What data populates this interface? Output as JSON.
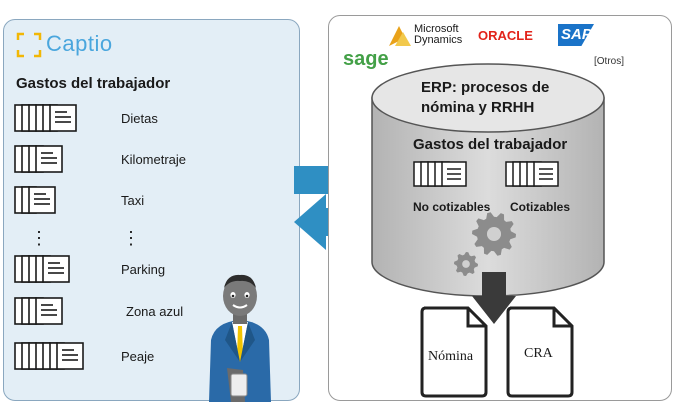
{
  "left": {
    "logo": "Captio",
    "title": "Gastos del trabajador",
    "items": [
      {
        "label": "Dietas",
        "docs": 6
      },
      {
        "label": "Kilometraje",
        "docs": 4
      },
      {
        "label": "Taxi",
        "docs": 3
      },
      {
        "label": "Parking",
        "docs": 5
      },
      {
        "label": "Zona azul",
        "docs": 4
      },
      {
        "label": "Peaje",
        "docs": 7
      }
    ],
    "ellipsis": "⋮"
  },
  "right": {
    "vendors": {
      "microsoft_line1": "Microsoft",
      "microsoft_line2": "Dynamics",
      "oracle": "ORACLE",
      "sap": "SAP",
      "sage": "sage",
      "others": "[Otros]"
    },
    "erp_title_line1": "ERP: procesos de",
    "erp_title_line2": "nómina y RRHH",
    "expenses_title": "Gastos del trabajador",
    "no_cotizables": "No cotizables",
    "cotizables": "Cotizables",
    "doc_nomina": "Nómina",
    "doc_cra": "CRA"
  },
  "colors": {
    "accent_blue": "#2f8fc3",
    "panel_blue": "#e3eef6",
    "cylinder_gray": "#c8c8c8",
    "oracle_red": "#e2231a",
    "sage_green": "#43a047",
    "sap_blue": "#1a73c8"
  }
}
